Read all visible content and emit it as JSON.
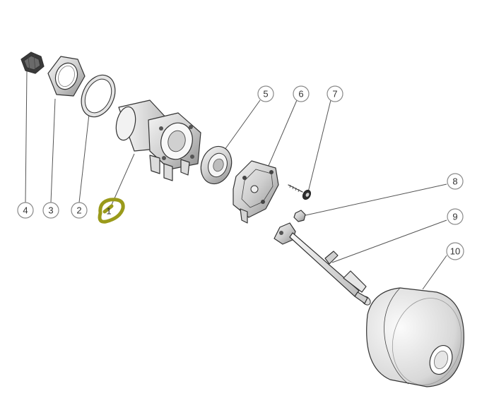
{
  "callouts": {
    "c1": "1",
    "c2": "2",
    "c3": "3",
    "c4": "4",
    "c5": "5",
    "c6": "6",
    "c7": "7",
    "c8": "8",
    "c9": "9",
    "c10": "10"
  },
  "colors": {
    "highlight": "#9a9a1a",
    "line": "#333333",
    "callout_stroke": "#8a8a8a"
  }
}
